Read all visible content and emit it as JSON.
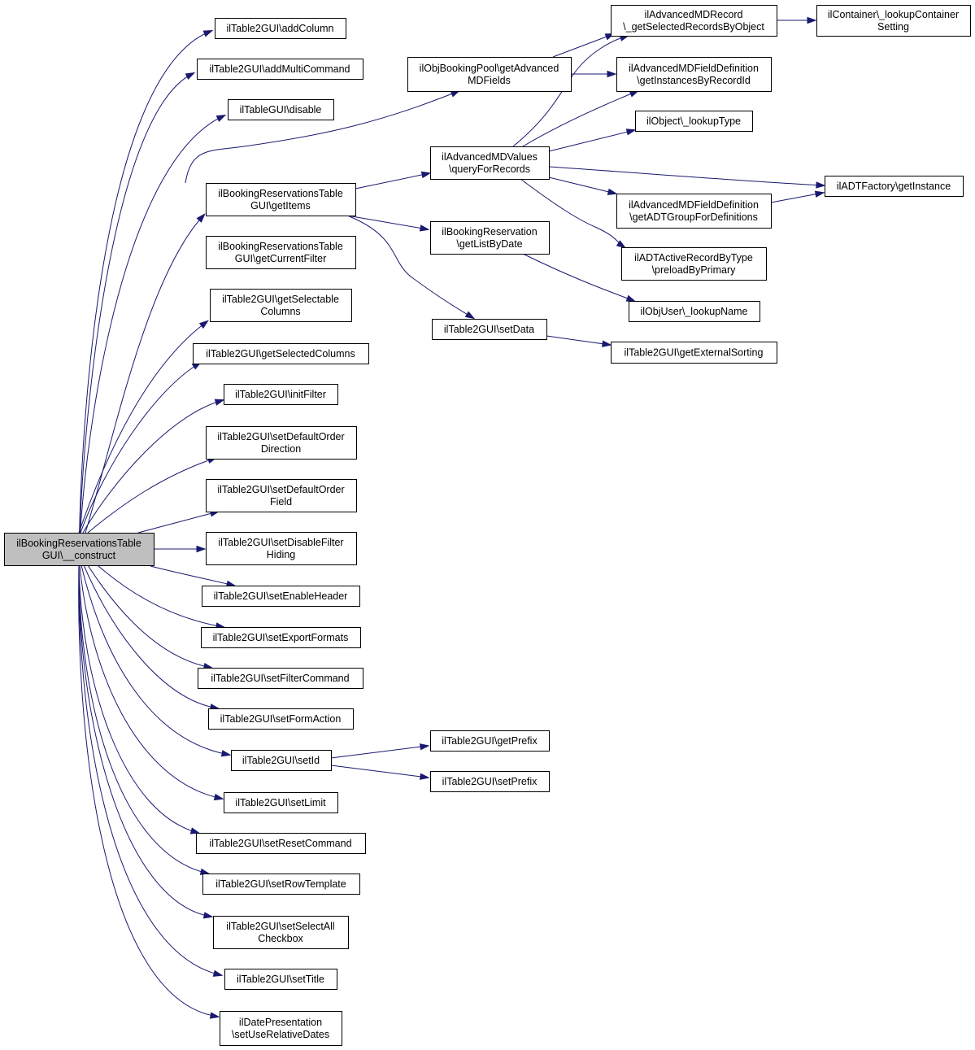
{
  "nodes": {
    "root": [
      "ilBookingReservationsTable",
      "GUI\\__construct"
    ],
    "addColumn": [
      "ilTable2GUI\\addColumn"
    ],
    "addMultiCommand": [
      "ilTable2GUI\\addMultiCommand"
    ],
    "disable": [
      "ilTableGUI\\disable"
    ],
    "getItems": [
      "ilBookingReservationsTable",
      "GUI\\getItems"
    ],
    "getCurrentFilter": [
      "ilBookingReservationsTable",
      "GUI\\getCurrentFilter"
    ],
    "getSelectableColumns": [
      "ilTable2GUI\\getSelectable",
      "Columns"
    ],
    "getSelectedColumns": [
      "ilTable2GUI\\getSelectedColumns"
    ],
    "initFilter": [
      "ilTable2GUI\\initFilter"
    ],
    "setDefaultOrderDirection": [
      "ilTable2GUI\\setDefaultOrder",
      "Direction"
    ],
    "setDefaultOrderField": [
      "ilTable2GUI\\setDefaultOrder",
      "Field"
    ],
    "setDisableFilterHiding": [
      "ilTable2GUI\\setDisableFilter",
      "Hiding"
    ],
    "setEnableHeader": [
      "ilTable2GUI\\setEnableHeader"
    ],
    "setExportFormats": [
      "ilTable2GUI\\setExportFormats"
    ],
    "setFilterCommand": [
      "ilTable2GUI\\setFilterCommand"
    ],
    "setFormAction": [
      "ilTable2GUI\\setFormAction"
    ],
    "setId": [
      "ilTable2GUI\\setId"
    ],
    "setLimit": [
      "ilTable2GUI\\setLimit"
    ],
    "setResetCommand": [
      "ilTable2GUI\\setResetCommand"
    ],
    "setRowTemplate": [
      "ilTable2GUI\\setRowTemplate"
    ],
    "setSelectAllCheckbox": [
      "ilTable2GUI\\setSelectAll",
      "Checkbox"
    ],
    "setTitle": [
      "ilTable2GUI\\setTitle"
    ],
    "setUseRelativeDates": [
      "ilDatePresentation",
      "\\setUseRelativeDates"
    ],
    "getAdvancedMDFields": [
      "ilObjBookingPool\\getAdvanced",
      "MDFields"
    ],
    "queryForRecords": [
      "ilAdvancedMDValues",
      "\\queryForRecords"
    ],
    "getListByDate": [
      "ilBookingReservation",
      "\\getListByDate"
    ],
    "setData": [
      "ilTable2GUI\\setData"
    ],
    "getPrefix": [
      "ilTable2GUI\\getPrefix"
    ],
    "setPrefix": [
      "ilTable2GUI\\setPrefix"
    ],
    "getSelectedRecordsByObject": [
      "ilAdvancedMDRecord",
      "\\_getSelectedRecordsByObject"
    ],
    "getInstancesByRecordId": [
      "ilAdvancedMDFieldDefinition",
      "\\getInstancesByRecordId"
    ],
    "lookupType": [
      "ilObject\\_lookupType"
    ],
    "getADTGroupForDefinitions": [
      "ilAdvancedMDFieldDefinition",
      "\\getADTGroupForDefinitions"
    ],
    "preloadByPrimary": [
      "ilADTActiveRecordByType",
      "\\preloadByPrimary"
    ],
    "lookupName": [
      "ilObjUser\\_lookupName"
    ],
    "getExternalSorting": [
      "ilTable2GUI\\getExternalSorting"
    ],
    "lookupContainerSetting": [
      "ilContainer\\_lookupContainer",
      "Setting"
    ],
    "getInstance": [
      "ilADTFactory\\getInstance"
    ]
  },
  "colors": {
    "edge": "#191970",
    "root_fill": "#bfbfbf",
    "node_fill": "#ffffff",
    "node_border": "#000000"
  }
}
